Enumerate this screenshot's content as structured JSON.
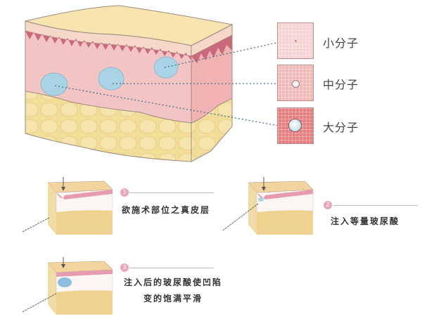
{
  "main_diagram": {
    "title": "skin cross-section with hyaluronic acid molecules",
    "layers": {
      "epidermis_color": "#f7e4b0",
      "dermis_color": "#f3c4c4",
      "papillae_color": "#c96a7a",
      "subcutaneous_color": "#f1dc98"
    },
    "molecule_color": "#a9d4e6"
  },
  "legend": {
    "items": [
      {
        "label": "小分子",
        "swatch_color": "#f6d3d2",
        "dot": "tiny"
      },
      {
        "label": "中分子",
        "swatch_color": "#f0b8b6",
        "dot": "medium"
      },
      {
        "label": "大分子",
        "swatch_color": "#e67e7f",
        "dot": "large"
      }
    ]
  },
  "steps": [
    {
      "number": "1",
      "text": "欲施术部位之真皮层"
    },
    {
      "number": "2",
      "text": "注入等量玻尿酸"
    },
    {
      "number": "3",
      "text_line1": "注入后的玻尿酸使凹陷",
      "text_line2": "变的饱满平滑"
    }
  ]
}
